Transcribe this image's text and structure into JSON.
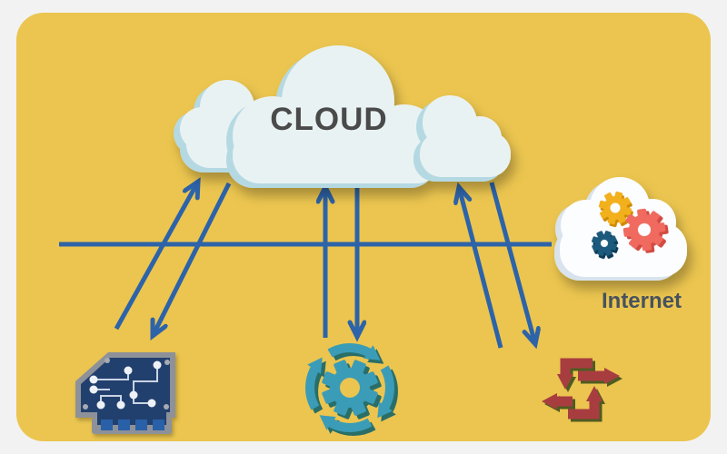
{
  "diagram": {
    "cloud_label": "CLOUD",
    "internet_label": "Internet"
  },
  "colors": {
    "outer_bg": "#f2f2f2",
    "panel": "#ebc54f",
    "connection_blue": "#2d63a8",
    "cloud_fill": "#e9f2f3",
    "cloud_edge": "#b5d9e2",
    "cloud_text": "#4a4a4a",
    "internet_cloud_fill": "#fcfdff",
    "internet_cloud_edge": "#d9e3ee",
    "internet_text": "#47525e",
    "gear_yellow": "#f2b01d",
    "gear_red": "#f16a5e",
    "gear_blue": "#1c5a7d",
    "circuit_frame": "#8d9199",
    "circuit_navy": "#21406e",
    "circuit_pin_blue": "#2b61a7",
    "circuit_trace": "#c9d4e4",
    "circuit_node": "#eef2f6",
    "sync_teal": "#3a9cb7",
    "exchange_red": "#a83c40"
  },
  "connections": {
    "bus_line_color": "#2d63a8",
    "links": [
      {
        "from": "cloud",
        "to": "circuit-board-device",
        "style": "bidirectional"
      },
      {
        "from": "cloud",
        "to": "process-sync-device",
        "style": "bidirectional"
      },
      {
        "from": "cloud",
        "to": "data-exchange-device",
        "style": "bidirectional"
      }
    ]
  },
  "icons": [
    {
      "name": "cloud-shape",
      "label": "CLOUD"
    },
    {
      "name": "internet-cloud-gears",
      "label": "Internet"
    },
    {
      "name": "circuit-board-icon",
      "label": ""
    },
    {
      "name": "sync-gear-icon",
      "label": ""
    },
    {
      "name": "data-exchange-arrows-icon",
      "label": ""
    }
  ]
}
